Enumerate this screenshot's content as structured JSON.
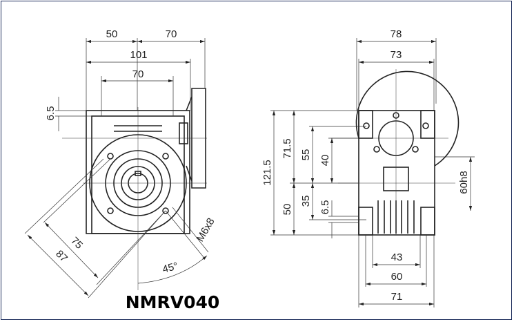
{
  "title": "NMRV040",
  "left_view": {
    "dims": {
      "a": "50",
      "b": "70",
      "c": "101",
      "d": "70",
      "e": "6.5",
      "f": "75",
      "g": "87",
      "thread": "M6x8",
      "angle": "45°"
    }
  },
  "right_view": {
    "dims": {
      "w78": "78",
      "w73": "73",
      "h121": "121.5",
      "h71": "71.5",
      "h50": "50",
      "h55": "55",
      "h35": "35",
      "h40": "40",
      "h6": "6.5",
      "shaft": "60h8",
      "w43": "43",
      "w60": "60",
      "w71": "71"
    }
  }
}
